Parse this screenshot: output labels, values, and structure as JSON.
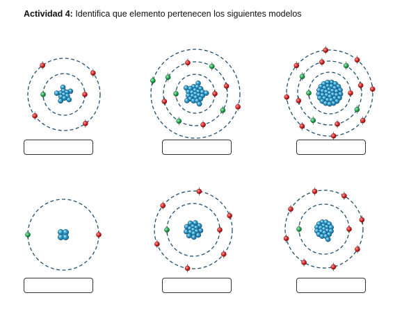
{
  "heading": {
    "label": "Actividad 4:",
    "text": " Identifica que elemento pertenecen los siguientes modelos"
  },
  "colors": {
    "orbit": "#1f4e6e",
    "proton_electron": "#cc1f1f",
    "neutral_electron": "#1e9e4a",
    "nucleus": "#2b9fd1",
    "nucleus_dark": "#1a5f86"
  },
  "atoms": [
    {
      "shells": [
        2,
        4
      ],
      "nucleus_particles": 12
    },
    {
      "shells": [
        2,
        8,
        2
      ],
      "nucleus_particles": 24
    },
    {
      "shells": [
        2,
        8,
        8
      ],
      "nucleus_particles": 36
    },
    {
      "shells": [
        2
      ],
      "nucleus_particles": 4
    },
    {
      "shells": [
        2,
        6
      ],
      "nucleus_particles": 16
    },
    {
      "shells": [
        2,
        8
      ],
      "nucleus_particles": 20
    }
  ]
}
